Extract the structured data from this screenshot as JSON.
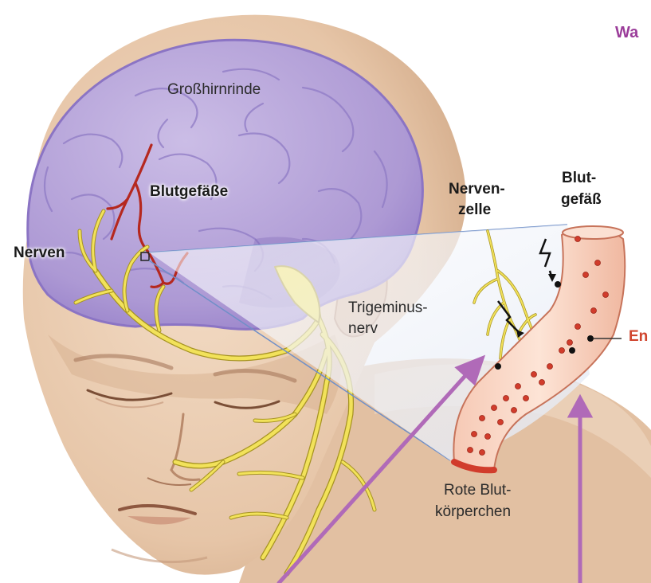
{
  "title_fragment": "Wa",
  "labels": {
    "cortex": "Großhirnrinde",
    "vessels": "Blutgefäße",
    "nerves": "Nerven",
    "trigeminus_line1": "Trigeminus-",
    "trigeminus_line2": "nerv",
    "nerve_cell_line1": "Nerven-",
    "nerve_cell_line2": "zelle",
    "vessel_line1": "Blut-",
    "vessel_line2": "gefäß",
    "red_cells_line1": "Rote Blut-",
    "red_cells_line2": "körperchen",
    "right_fragment": "En"
  },
  "colors": {
    "skin": "#e9cfb6",
    "skin_shadow": "#d6b396",
    "brain": "#b7a5d8",
    "brain_edge": "#8b74c4",
    "nerve": "#f2e25a",
    "nerve_edge": "#a69322",
    "vessel": "#b5281f",
    "zoom_line": "#6f8fc8",
    "arrow": "#b06ab8",
    "title": "#9b3d9a",
    "accent_red": "#d0452e",
    "red_cell": "#d13c2c"
  }
}
